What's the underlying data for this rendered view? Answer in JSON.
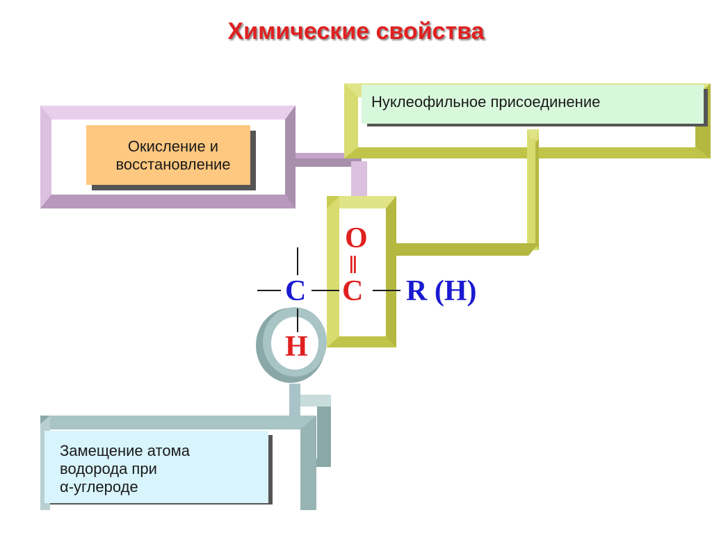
{
  "title": "Химические свойства",
  "boxes": {
    "oxidation": "Окисление и\nвосстановление",
    "nucleophilic": "Нуклеофильное присоединение",
    "substitution": "Замещение атома\nводорода при\nα-углероде"
  },
  "formula": {
    "alpha_carbon": "C",
    "carbonyl_carbon": "C",
    "oxygen": "O",
    "hydrogen": "H",
    "substituent": "R (H)",
    "double_bond": "‖"
  },
  "colors": {
    "title": "#e02020",
    "formula_blue": "#1a1ad0",
    "formula_red": "#e02020",
    "oxidation_frame": "#d8b8dc",
    "oxidation_panel": "#ffc880",
    "nucleophilic_frame": "#d8dc70",
    "nucleophilic_panel": "#d8f8dc",
    "substitution_frame": "#a8c4c8",
    "substitution_panel": "#d8f4fc"
  }
}
